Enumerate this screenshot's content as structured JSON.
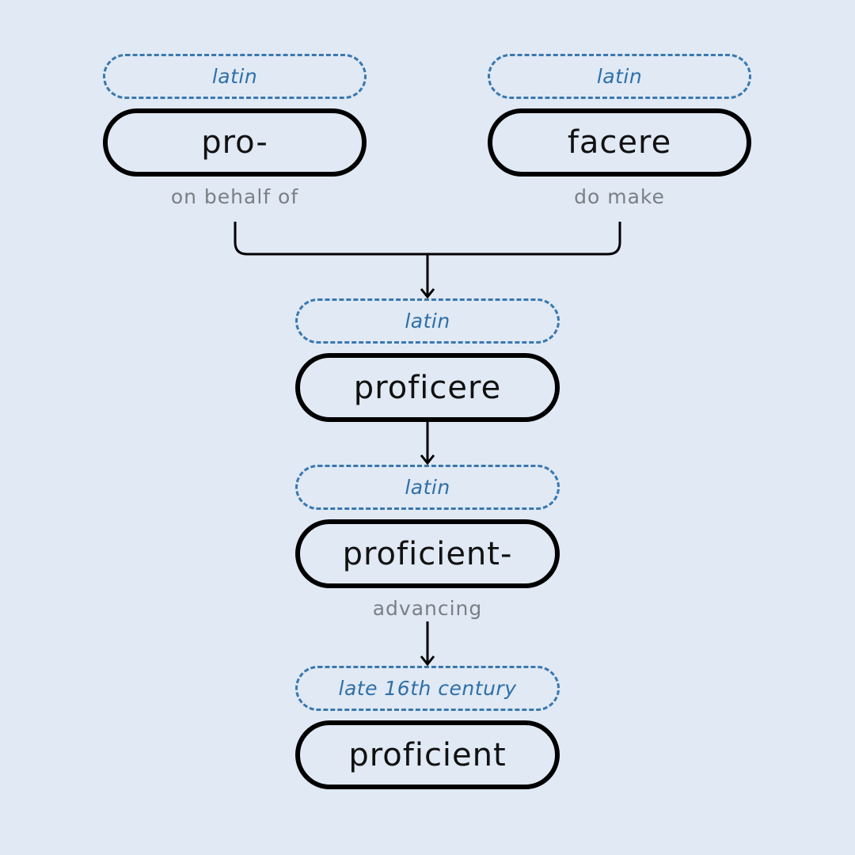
{
  "nodes": {
    "pro": {
      "language": "latin",
      "word": "pro-",
      "meaning": "on behalf of"
    },
    "facere": {
      "language": "latin",
      "word": "facere",
      "meaning": "do make"
    },
    "proficere": {
      "language": "latin",
      "word": "proficere"
    },
    "proficient_stem": {
      "language": "latin",
      "word": "proficient-",
      "meaning": "advancing"
    },
    "proficient": {
      "language": "late 16th century",
      "word": "proficient"
    }
  }
}
